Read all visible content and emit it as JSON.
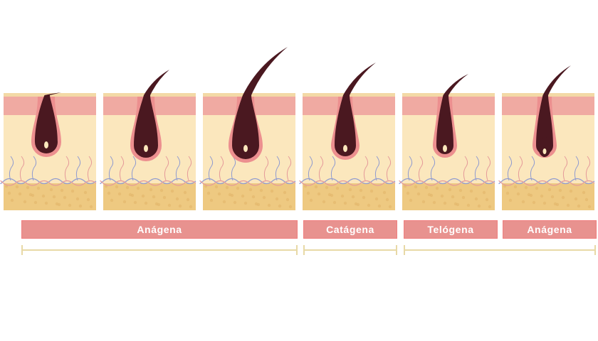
{
  "phases": [
    {
      "label": "Anágena"
    },
    {
      "label": "Catágena"
    },
    {
      "label": "Telógena"
    },
    {
      "label": "Anágena"
    }
  ],
  "colors": {
    "epidermis": "#f0aaa2",
    "epidermis_top": "#f3d9a6",
    "dermis": "#fbe7bd",
    "fat": "#eec981",
    "hair": "#4a1820",
    "follicle": "#ec8f8f",
    "label_band": "#e8928f",
    "timeline": "#e8d9a6",
    "vessel_blue": "#8f9bd0",
    "vessel_red": "#e59a9a"
  }
}
